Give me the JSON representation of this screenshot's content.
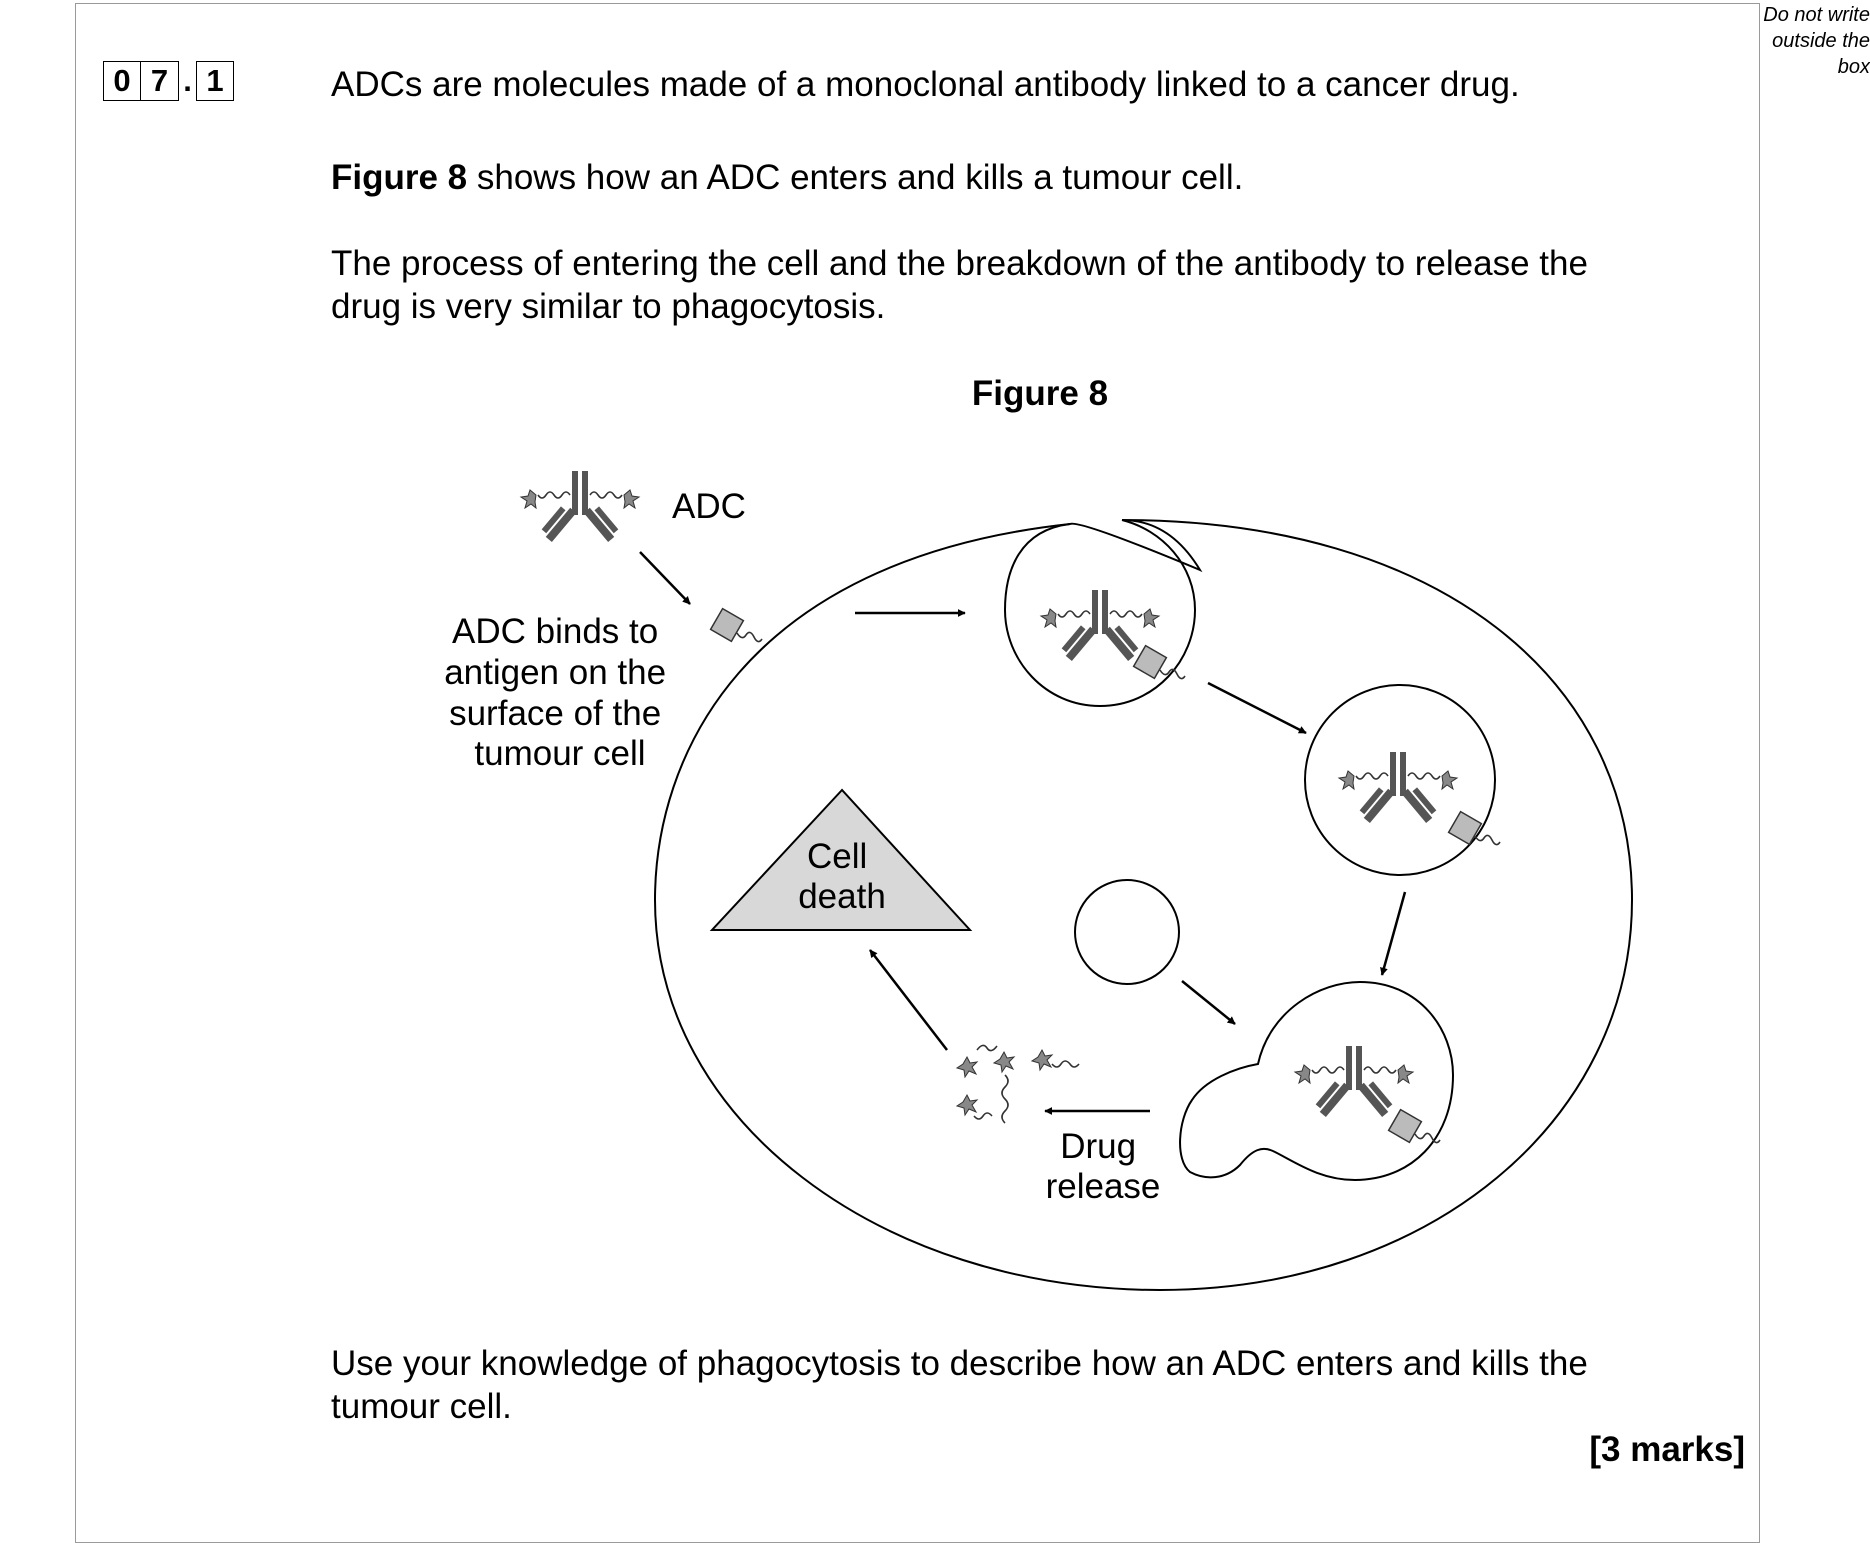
{
  "margin_note": [
    "Do not write",
    "outside the",
    "box"
  ],
  "question_number": {
    "digit1": "0",
    "digit2": "7",
    "sub": "1"
  },
  "intro": "ADCs are molecules made of a monoclonal antibody linked to a cancer drug.",
  "figure_ref_bold": "Figure 8",
  "figure_ref_rest": " shows how an ADC enters and kills a tumour cell.",
  "process_lines": [
    "The process of entering the cell and the breakdown of the antibody to release the",
    "drug is very similar to phagocytosis."
  ],
  "figure": {
    "title": "Figure 8",
    "adc_label": "ADC",
    "binds_label": [
      "ADC binds to",
      "antigen on the",
      "surface of the",
      "tumour cell"
    ],
    "cell_death_label": [
      "Cell",
      "death"
    ],
    "drug_release_label": [
      "Drug",
      "release"
    ]
  },
  "question_lines": [
    "Use your knowledge of phagocytosis to describe how an ADC enters and kills the",
    "tumour cell."
  ],
  "marks": "[3 marks]"
}
